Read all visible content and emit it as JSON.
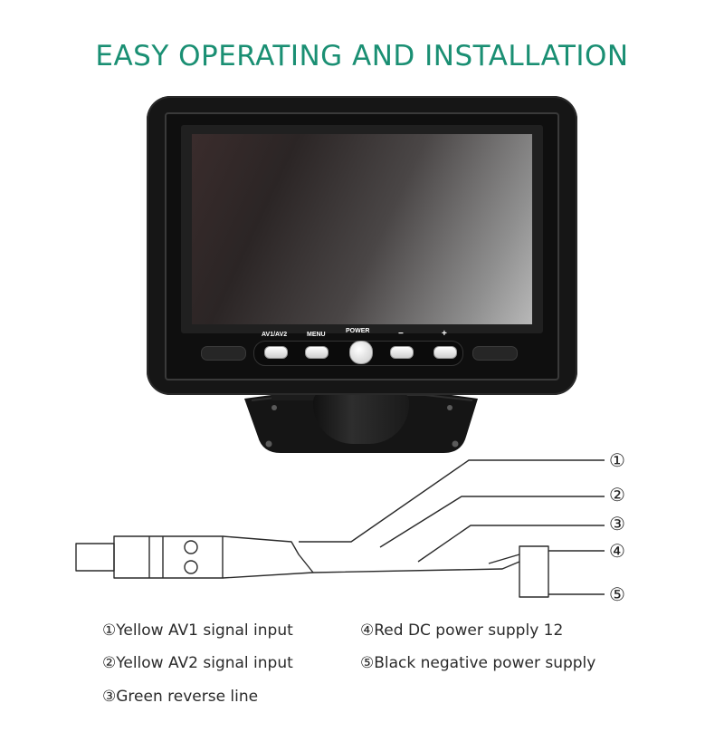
{
  "title": "EASY OPERATING AND INSTALLATION",
  "monitor": {
    "buttons": {
      "av": "AV1/AV2",
      "menu": "MENU",
      "power": "POWER",
      "minus": "−",
      "plus": "+"
    }
  },
  "wire_numbers": [
    "①",
    "②",
    "③",
    "④",
    "⑤"
  ],
  "legend": {
    "item1": "①Yellow AV1 signal input",
    "item2": "②Yellow AV2 signal input",
    "item3": "③Green reverse line",
    "item4": "④Red DC power supply 12",
    "item5": "⑤Black negative power supply"
  },
  "colors": {
    "title": "#1a8f73",
    "device": "#161616"
  }
}
